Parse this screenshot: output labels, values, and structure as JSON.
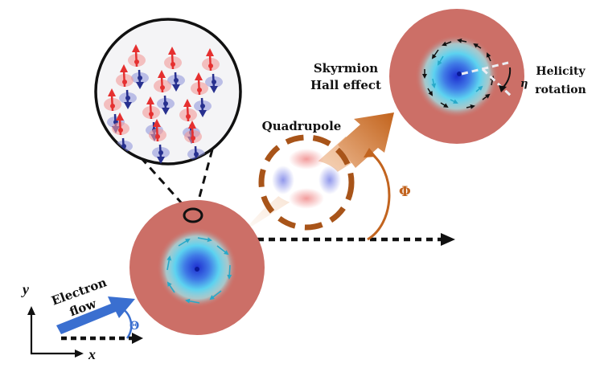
{
  "labels": {
    "skyrmion_hall_line1": "Skyrmion",
    "skyrmion_hall_line2": "Hall effect",
    "helicity_line1": "Helicity",
    "helicity_line2": "rotation",
    "quadrupole": "Quadrupole",
    "electron_line1": "Electron",
    "electron_line2": "flow",
    "phi": "Φ",
    "theta": "Θ",
    "eta": "η",
    "axis_x": "x",
    "axis_y": "y"
  },
  "colors": {
    "disk": "#cc6f67",
    "skyrmion_core": "#2238d6",
    "skyrmion_glow": "#62e0f2",
    "orange": "#c2641f",
    "dark_orange": "#a85419",
    "electron_arrow": "#3a6fd0",
    "theta": "#3a6fd0",
    "inset_red": "#e53030",
    "inset_blue": "#27308f"
  }
}
